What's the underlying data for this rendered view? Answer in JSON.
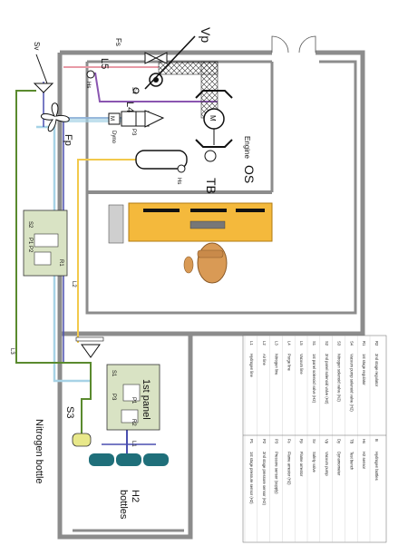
{
  "labels": {
    "vp": "Vp",
    "fs": "Fs",
    "sv": "Sv",
    "l5": "L5",
    "l4": "L4",
    "fp": "Fp",
    "h_top": "Hs",
    "s4": "S4",
    "m_box": "M",
    "dyno": "Dyno",
    "p3": "P3",
    "motor": "M",
    "engine": "Engine",
    "os": "OS",
    "tb": "TB",
    "hs": "Hs",
    "panel_s2": "S2",
    "panel_p1p2": "P1  P2",
    "panel_r1": "R1",
    "l2": "L2",
    "l3": "L3",
    "first_panel": "1st panel",
    "p_s1": "S1",
    "p_p3": "P3",
    "p_p1": "P1",
    "p_r2": "R2",
    "s3": "S3",
    "l1": "L1",
    "nitrogen": "Nitrogen bottle",
    "h2": "H2\nbottles"
  },
  "legend": {
    "left": [
      [
        "L1",
        "Hydrogen line"
      ],
      [
        "L2",
        "Air line"
      ],
      [
        "L3",
        "Nitrogen line"
      ],
      [
        "L4",
        "Purge line"
      ],
      [
        "L5",
        "Vacuum line"
      ],
      [
        "S1",
        "1st panel solenoid valve (H2)"
      ],
      [
        "S2",
        "2nd panel solenoid valve (H2)"
      ],
      [
        "S3",
        "Nitrogen solenoid valve (N2)"
      ],
      [
        "S4",
        "Vacuum pump solenoid valve (H2)"
      ],
      [
        "R1",
        "1st stage regulator"
      ],
      [
        "R2",
        "2nd stage regulator"
      ]
    ],
    "right": [
      [
        "P1",
        "1st stage pressure sensor (H2)"
      ],
      [
        "P2",
        "2nd stage pressure sensor (H2)"
      ],
      [
        "P3",
        "Pressure sensor (supply)"
      ],
      [
        "Fs",
        "Flame arrestor (H2)"
      ],
      [
        "Fp",
        "Flame arrestor"
      ],
      [
        "Sv",
        "Safety valve"
      ],
      [
        "Vp",
        "Vacuum pump"
      ],
      [
        "Dy",
        "Dynamometer"
      ],
      [
        "TB",
        "Test bench"
      ],
      [
        "Hs",
        "H2 sensor"
      ],
      [
        "B",
        "Hydrogen bottles"
      ]
    ]
  },
  "colors": {
    "wall": "#8c8c8c",
    "hydrogen": "#4a4fb0",
    "air": "#f2c94c",
    "nitrogen": "#5a8a2e",
    "purge": "#a7d3e6",
    "vacuum": "#e89aa6",
    "bench": "#f4b93c",
    "panel": "#d9e3c4",
    "bottle": "#1f6f7a",
    "chair": "#c98a4a"
  }
}
